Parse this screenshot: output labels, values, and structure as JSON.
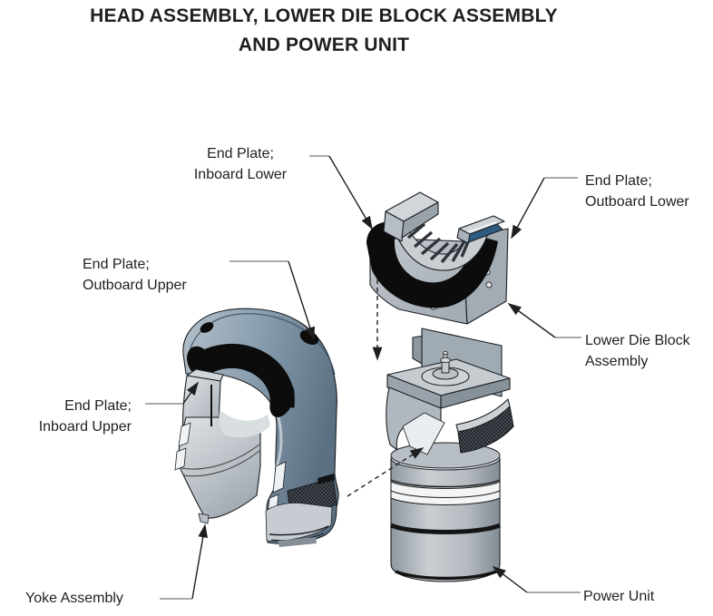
{
  "title": {
    "line1": "HEAD ASSEMBLY, LOWER DIE BLOCK ASSEMBLY",
    "line2": "AND POWER UNIT"
  },
  "callouts": {
    "end_plate_inboard_lower": "End Plate;\nInboard Lower",
    "end_plate_outboard_lower": "End Plate;\nOutboard Lower",
    "end_plate_outboard_upper": "End Plate;\nOutboard Upper",
    "end_plate_inboard_upper": "End Plate;\nInboard Upper",
    "lower_die_block_assembly": "Lower Die Block\nAssembly",
    "yoke_assembly": "Yoke Assembly",
    "power_unit": "Power Unit"
  },
  "colors": {
    "background": "#ffffff",
    "text": "#1f1f1f",
    "leader": "#1f1f1f",
    "leader_stub": "#8e8e8e",
    "part_gray": "#b7bec5",
    "steel_blue": "#64788b",
    "rubber_black": "#0c0c0c",
    "die_strip_blue": "#2e5c80"
  }
}
